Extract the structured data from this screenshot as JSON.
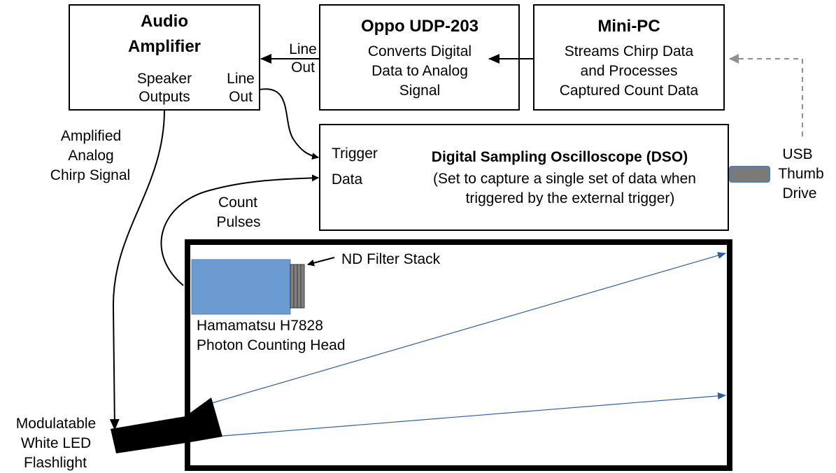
{
  "colors": {
    "box_border": "#000000",
    "pmt_fill": "#6b9bd1",
    "pmt_border": "#4f7fb5",
    "filter_fill": "#808080",
    "usb_fill": "#7a7a7a",
    "usb_border": "#4f7fb5",
    "light_ray": "#2f5fa5",
    "dashed_arrow": "#909090",
    "flashlight": "#000000"
  },
  "audio_amplifier": {
    "title_lines": [
      "Audio",
      "Amplifier"
    ],
    "speaker_outputs_lines": [
      "Speaker",
      "Outputs"
    ],
    "line_out_lines": [
      "Line",
      "Out"
    ]
  },
  "oppo": {
    "title": "Oppo UDP-203",
    "body_lines": [
      "Converts Digital",
      "Data to Analog",
      "Signal"
    ],
    "line_out_lines": [
      "Line",
      "Out"
    ]
  },
  "mini_pc": {
    "title": "Mini-PC",
    "body_lines": [
      "Streams Chirp Data",
      "and Processes",
      "Captured Count Data"
    ]
  },
  "dso": {
    "trigger_label": "Trigger",
    "data_label": "Data",
    "title": "Digital Sampling Oscilloscope (DSO)",
    "body_lines": [
      "(Set to capture a single set of data when",
      "triggered by the external trigger)"
    ]
  },
  "usb": {
    "label_lines": [
      "USB",
      "Thumb",
      "Drive"
    ]
  },
  "labels": {
    "amplified_signal_lines": [
      "Amplified",
      "Analog",
      "Chirp Signal"
    ],
    "count_pulses_lines": [
      "Count",
      "Pulses"
    ],
    "nd_filter": "ND Filter Stack",
    "hamamatsu_lines": [
      "Hamamatsu H7828",
      "Photon Counting Head"
    ],
    "flashlight_lines": [
      "Modulatable",
      "White LED",
      "Flashlight"
    ]
  }
}
